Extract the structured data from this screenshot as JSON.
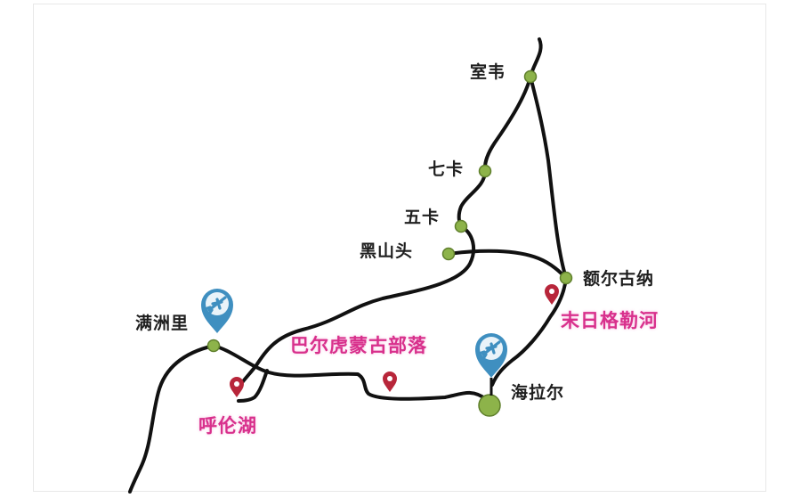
{
  "map": {
    "colors": {
      "road": "#111111",
      "station_fill": "#8db34a",
      "station_stroke": "#5f7f2c",
      "airport_pin": "#3f8fc0",
      "airport_inner": "#e9f3f9",
      "poi_pin": "#b8263a",
      "town_label": "#1e1e1e",
      "attraction_label": "#d8308c"
    },
    "towns": [
      {
        "id": "shiwei",
        "name": "室韦"
      },
      {
        "id": "qika",
        "name": "七卡"
      },
      {
        "id": "wuka",
        "name": "五卡"
      },
      {
        "id": "heishantou",
        "name": "黑山头"
      },
      {
        "id": "erguna",
        "name": "额尔古纳"
      },
      {
        "id": "manzhouli",
        "name": "满洲里"
      },
      {
        "id": "hailar",
        "name": "海拉尔"
      }
    ],
    "attractions": [
      {
        "id": "moridalewhe",
        "name": "末日格勒河"
      },
      {
        "id": "barhu",
        "name": "巴尔虎蒙古部落"
      },
      {
        "id": "hulunhu",
        "name": "呼伦湖"
      }
    ],
    "airports": [
      {
        "id": "manzhouli-airport",
        "near": "满洲里",
        "icon": "airplane-icon"
      },
      {
        "id": "hailar-airport",
        "near": "海拉尔",
        "icon": "airplane-icon"
      }
    ]
  }
}
